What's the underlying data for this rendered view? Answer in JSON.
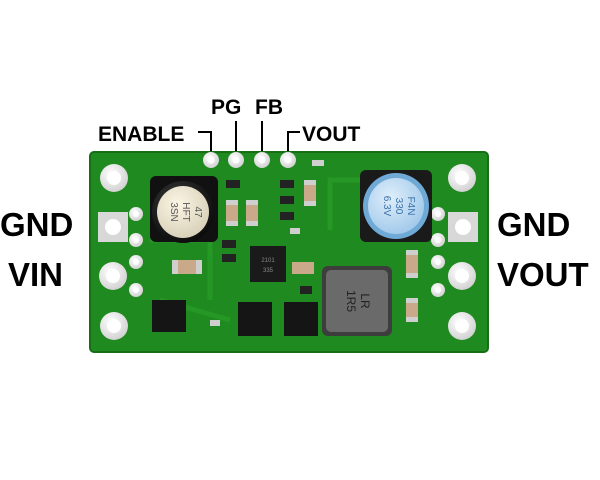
{
  "labels": {
    "enable": "ENABLE",
    "pg": "PG",
    "fb": "FB",
    "vout_top": "VOUT",
    "gnd_left": "GND",
    "vin": "VIN",
    "gnd_right": "GND",
    "vout_right": "VOUT"
  },
  "component_markings": {
    "left_cap": [
      "47",
      "HFT",
      "3SN"
    ],
    "right_cap": [
      "F4N",
      "330",
      "6.3V"
    ],
    "inductor": [
      "LR",
      "1R5"
    ],
    "ic": [
      "2101",
      "335"
    ]
  },
  "colors": {
    "board": "#1f8a1f",
    "pad": "#e9e9e9",
    "label": "#000000"
  }
}
